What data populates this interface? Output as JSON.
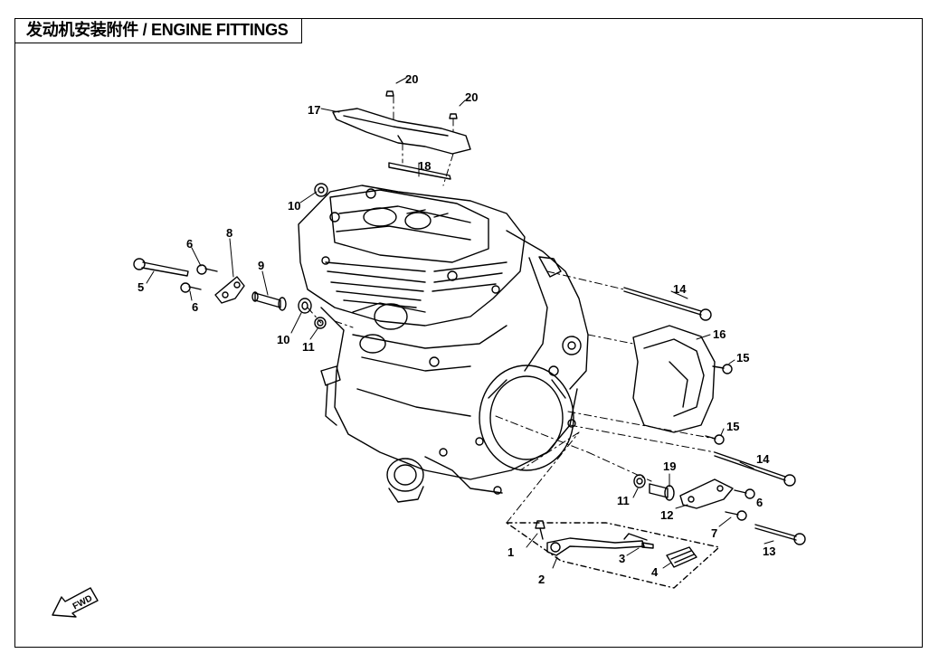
{
  "title": "发动机安装附件 / ENGINE FITTINGS",
  "fwd_label": "FWD",
  "parts": [
    {
      "id": "1",
      "label": "1"
    },
    {
      "id": "2",
      "label": "2"
    },
    {
      "id": "3",
      "label": "3"
    },
    {
      "id": "4",
      "label": "4"
    },
    {
      "id": "5",
      "label": "5"
    },
    {
      "id": "6a",
      "label": "6"
    },
    {
      "id": "6b",
      "label": "6"
    },
    {
      "id": "6c",
      "label": "6"
    },
    {
      "id": "7",
      "label": "7"
    },
    {
      "id": "8",
      "label": "8"
    },
    {
      "id": "9",
      "label": "9"
    },
    {
      "id": "10a",
      "label": "10"
    },
    {
      "id": "10b",
      "label": "10"
    },
    {
      "id": "11a",
      "label": "11"
    },
    {
      "id": "11b",
      "label": "11"
    },
    {
      "id": "12",
      "label": "12"
    },
    {
      "id": "13",
      "label": "13"
    },
    {
      "id": "14a",
      "label": "14"
    },
    {
      "id": "14b",
      "label": "14"
    },
    {
      "id": "15a",
      "label": "15"
    },
    {
      "id": "15b",
      "label": "15"
    },
    {
      "id": "16",
      "label": "16"
    },
    {
      "id": "17",
      "label": "17"
    },
    {
      "id": "18",
      "label": "18"
    },
    {
      "id": "19",
      "label": "19"
    },
    {
      "id": "20a",
      "label": "20"
    },
    {
      "id": "20b",
      "label": "20"
    }
  ]
}
